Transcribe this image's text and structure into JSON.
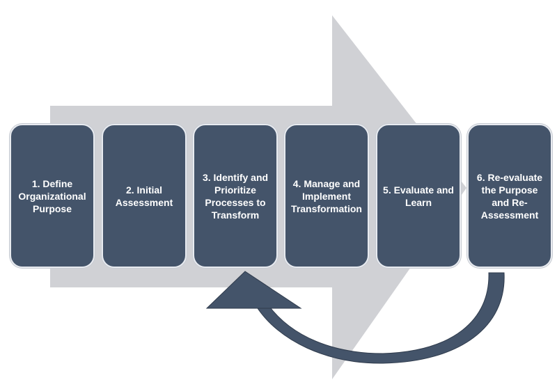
{
  "colors": {
    "background": "#ffffff",
    "big_arrow": "#d0d1d5",
    "step_box": "#44546a",
    "step_border": "#e8ebf0",
    "return_arrow": "#44546a",
    "text": "#ffffff"
  },
  "icons": {
    "big_arrow": "large-right-arrow-icon",
    "return_arrow": "curved-return-arrow-icon"
  },
  "steps": [
    {
      "label": "1. Define Organizational Purpose"
    },
    {
      "label": "2. Initial Assessment"
    },
    {
      "label": "3. Identify and Prioritize Processes to Transform"
    },
    {
      "label": "4. Manage and Implement Transformation"
    },
    {
      "label": "5. Evaluate and Learn"
    },
    {
      "label": "6. Re-evaluate the Purpose and Re-Assessment"
    }
  ]
}
